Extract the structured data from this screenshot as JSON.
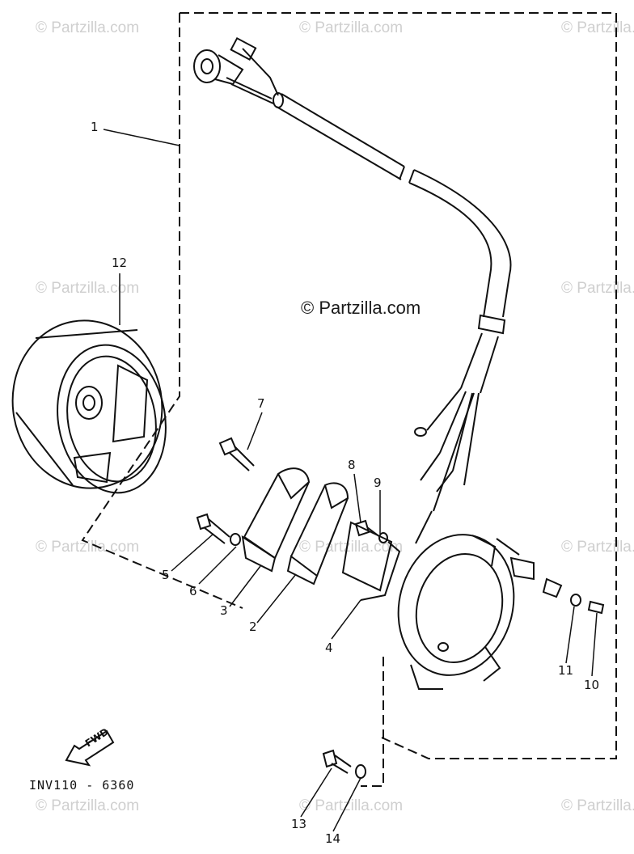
{
  "watermark": {
    "text": "© Partzilla.com"
  },
  "center_watermark": "© Partzilla.com",
  "reference_code": "INV110 - 6360",
  "fwd_label": "FWD",
  "parts": [
    {
      "id": "p1",
      "label": "1"
    },
    {
      "id": "p2",
      "label": "2"
    },
    {
      "id": "p3",
      "label": "3"
    },
    {
      "id": "p4",
      "label": "4"
    },
    {
      "id": "p5",
      "label": "5"
    },
    {
      "id": "p6",
      "label": "6"
    },
    {
      "id": "p7",
      "label": "7"
    },
    {
      "id": "p8",
      "label": "8"
    },
    {
      "id": "p9",
      "label": "9"
    },
    {
      "id": "p10",
      "label": "10"
    },
    {
      "id": "p11",
      "label": "11"
    },
    {
      "id": "p12",
      "label": "12"
    },
    {
      "id": "p13",
      "label": "13"
    },
    {
      "id": "p14",
      "label": "14"
    }
  ],
  "colors": {
    "line": "#111111",
    "watermark": "#cfcfcf",
    "background": "#ffffff"
  }
}
